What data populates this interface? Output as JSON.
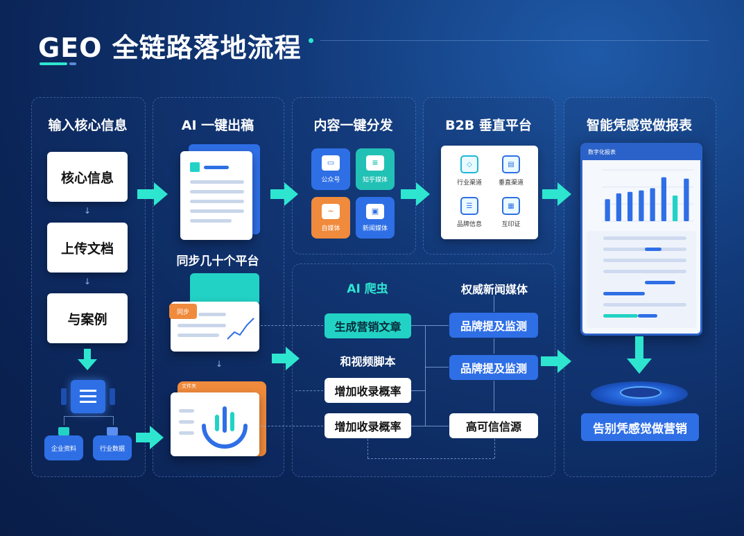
{
  "title": "GEO 全链路落地流程",
  "columns": {
    "input": {
      "heading": "输入核心信息",
      "cards": [
        "核心信息",
        "上传文档",
        "与案例"
      ],
      "sub_tiles": [
        "企业资料",
        "行业数据"
      ]
    },
    "ai": {
      "heading": "AI 一键出稿",
      "sync_label": "同步几十个平台",
      "tag": "同步",
      "folder_tab": "文件夹"
    },
    "distribute": {
      "heading": "内容一键分发",
      "tiles": [
        {
          "label": "公众号",
          "color": "#2f6fe6"
        },
        {
          "label": "知乎媒体",
          "color": "#22c1b5"
        },
        {
          "label": "自媒体",
          "color": "#f08a3c"
        },
        {
          "label": "新闻媒体",
          "color": "#2f6fe6"
        }
      ]
    },
    "b2b": {
      "heading": "B2B 垂直平台",
      "items": [
        "行业渠道",
        "垂直渠道",
        "品牌信息",
        "互印证"
      ]
    },
    "report": {
      "heading": "智能凭感觉做报表",
      "tablet_title": "数字化报表",
      "cta": "告别凭感觉做营销"
    }
  },
  "flow": {
    "crawler_label": "AI 爬虫",
    "media_label": "权威新闻媒体",
    "gen_article": "生成营销文章",
    "video_script": "和视频脚本",
    "increase_rate_1": "增加收录概率",
    "increase_rate_2": "增加收录概率",
    "brand_mention_1": "品牌提及监测",
    "brand_mention_2": "品牌提及监测",
    "trusted_source": "高可信信源"
  },
  "chart_data": {
    "type": "bar",
    "values": [
      30,
      38,
      40,
      42,
      45,
      60,
      35,
      58
    ],
    "ylim": [
      0,
      70
    ]
  },
  "colors": {
    "accent": "#2ee6d0",
    "brand_blue": "#2f6fe6",
    "orange": "#f08a3c",
    "background": "#0b2558"
  }
}
